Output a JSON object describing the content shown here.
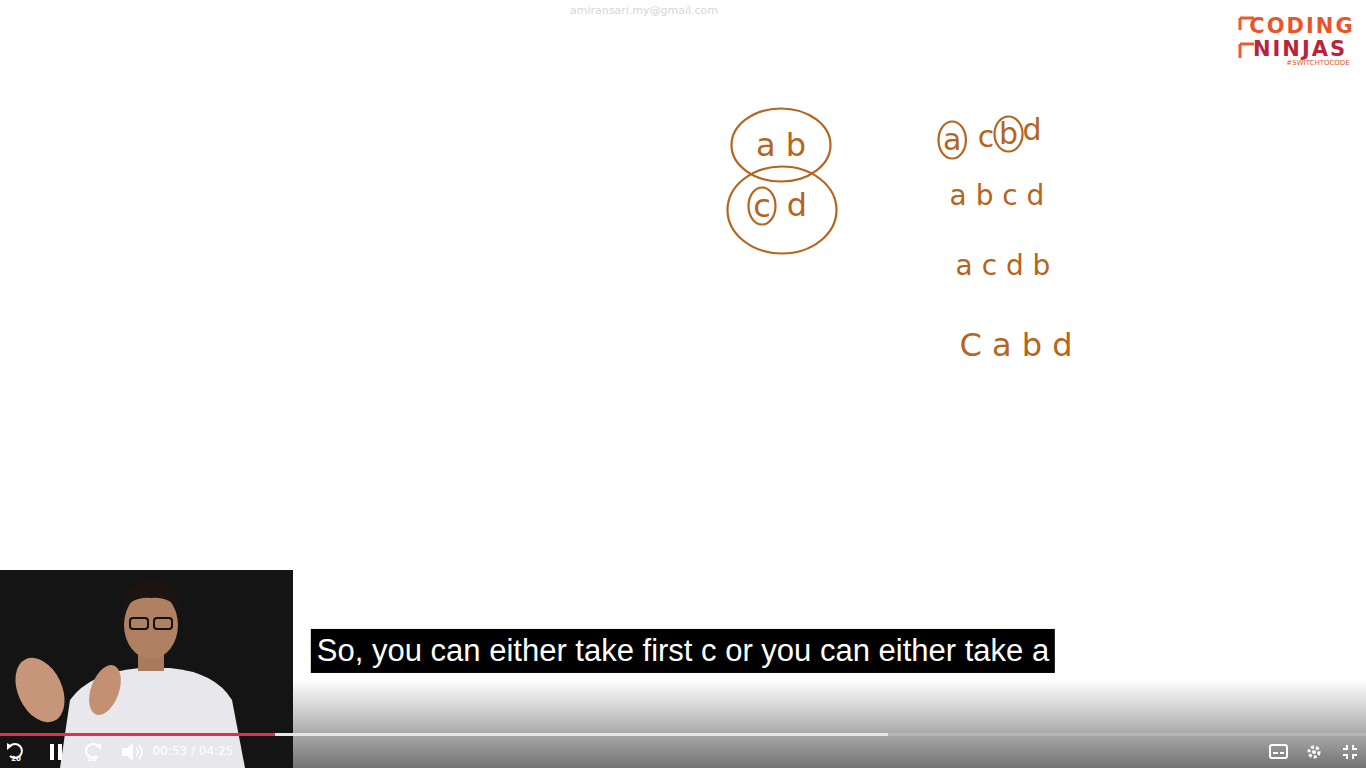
{
  "diagram": {
    "nodes": [
      {
        "text": [
          "a b"
        ]
      },
      {
        "text": [
          "d"
        ]
      },
      {
        "text": [
          "c"
        ],
        "in": 1
      },
      {
        "text": [
          "a"
        ]
      },
      {
        "text": [
          "b"
        ]
      }
    ],
    "labels": [
      "amiransari.my@gmail.com",
      "CODING",
      "NINJAS",
      "#SWITCHTOCODE",
      "c",
      "d",
      "a b c d",
      "a c d b",
      "C a b d",
      "So, you can either take first c or you can either take a",
      "20",
      "20",
      "00:53 / 04:25"
    ]
  }
}
